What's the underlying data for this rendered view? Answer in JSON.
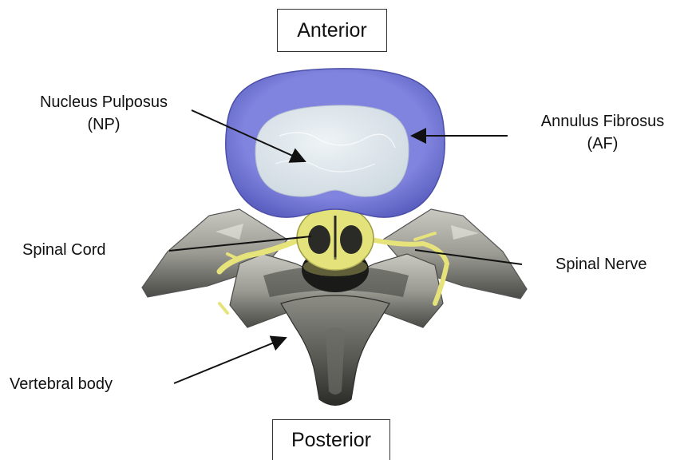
{
  "orientation": {
    "top": "Anterior",
    "bottom": "Posterior"
  },
  "labels": {
    "nucleus_pulposus": {
      "line1": "Nucleus Pulposus",
      "line2": "(NP)"
    },
    "annulus_fibrosus": {
      "line1": "Annulus Fibrosus",
      "line2": "(AF)"
    },
    "spinal_cord": "Spinal Cord",
    "spinal_nerve": "Spinal Nerve",
    "vertebral_body": "Vertebral body"
  },
  "colors": {
    "annulus": "#7b7fd8",
    "nucleus": "#dfe7ee",
    "bone": "#a3a39c",
    "bone_dark": "#3e3e3b",
    "nerve": "#e6e37a",
    "arrow": "#111111"
  }
}
